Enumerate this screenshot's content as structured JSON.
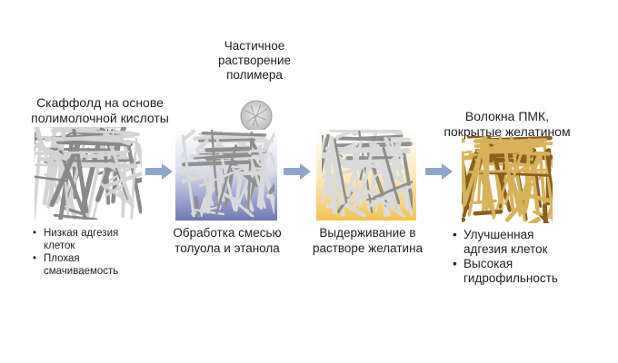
{
  "stage1": {
    "title": [
      "Скаффолд на основе",
      "полимолочной кислоты (ПМК)"
    ],
    "bullets": [
      [
        "Низкая адгезия",
        "клеток"
      ],
      [
        "Плохая",
        "смачиваемость"
      ]
    ]
  },
  "stage2": {
    "callout": [
      "Частичное",
      "растворение",
      "полимера"
    ],
    "caption": [
      "Обработка смесью",
      "толуола и этанола"
    ]
  },
  "stage3": {
    "caption": [
      "Выдерживание в",
      "растворе желатина"
    ]
  },
  "stage4": {
    "title": [
      "Волокна ПМК,",
      "покрытые желатином"
    ],
    "bullets": [
      [
        "Улучшенная",
        "адгезия клеток"
      ],
      [
        "Высокая",
        "гидрофильность"
      ]
    ]
  },
  "colors": {
    "fiber_gray": "#cfcfcf",
    "fiber_gold": "#c99a3a",
    "toluene_bg": "#6f79b4",
    "gelatin_bg": "#f2c452",
    "arrow": "#8fa6cc"
  }
}
